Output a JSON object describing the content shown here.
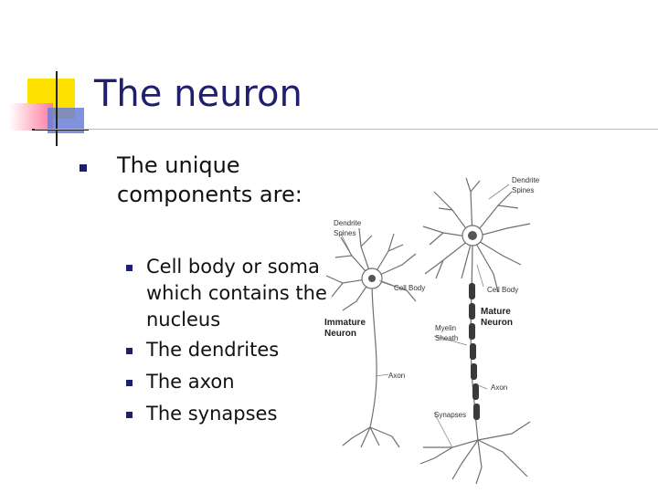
{
  "slide": {
    "title": "The neuron",
    "main_bullet": [
      "The unique",
      "components are:"
    ],
    "sub_bullets": [
      [
        "Cell body or soma",
        "which contains the",
        "nucleus"
      ],
      [
        "The dendrites"
      ],
      [
        "The axon"
      ],
      [
        "The synapses"
      ]
    ]
  },
  "figure": {
    "labels": {
      "dendrite_spines_right": [
        "Dendrite",
        "Spines"
      ],
      "dendrite_spines_left": [
        "Dendrite",
        "Spines"
      ],
      "cell_body_left": "Cell Body",
      "cell_body_right": "Cell Body",
      "immature_neuron": [
        "Immature",
        "Neuron"
      ],
      "mature_neuron": [
        "Mature",
        "Neuron"
      ],
      "myelin_sheath": [
        "Myelin",
        "Sheath"
      ],
      "axon_left": "Axon",
      "axon_right": "Axon",
      "synapses": "Synapses"
    }
  },
  "colors": {
    "title": "#1f1f6e",
    "bullet": "#1f1f6e",
    "deco_yellow": "#ffe100",
    "deco_pink": "#ff7aa0",
    "deco_blue": "#6a7fd6"
  }
}
